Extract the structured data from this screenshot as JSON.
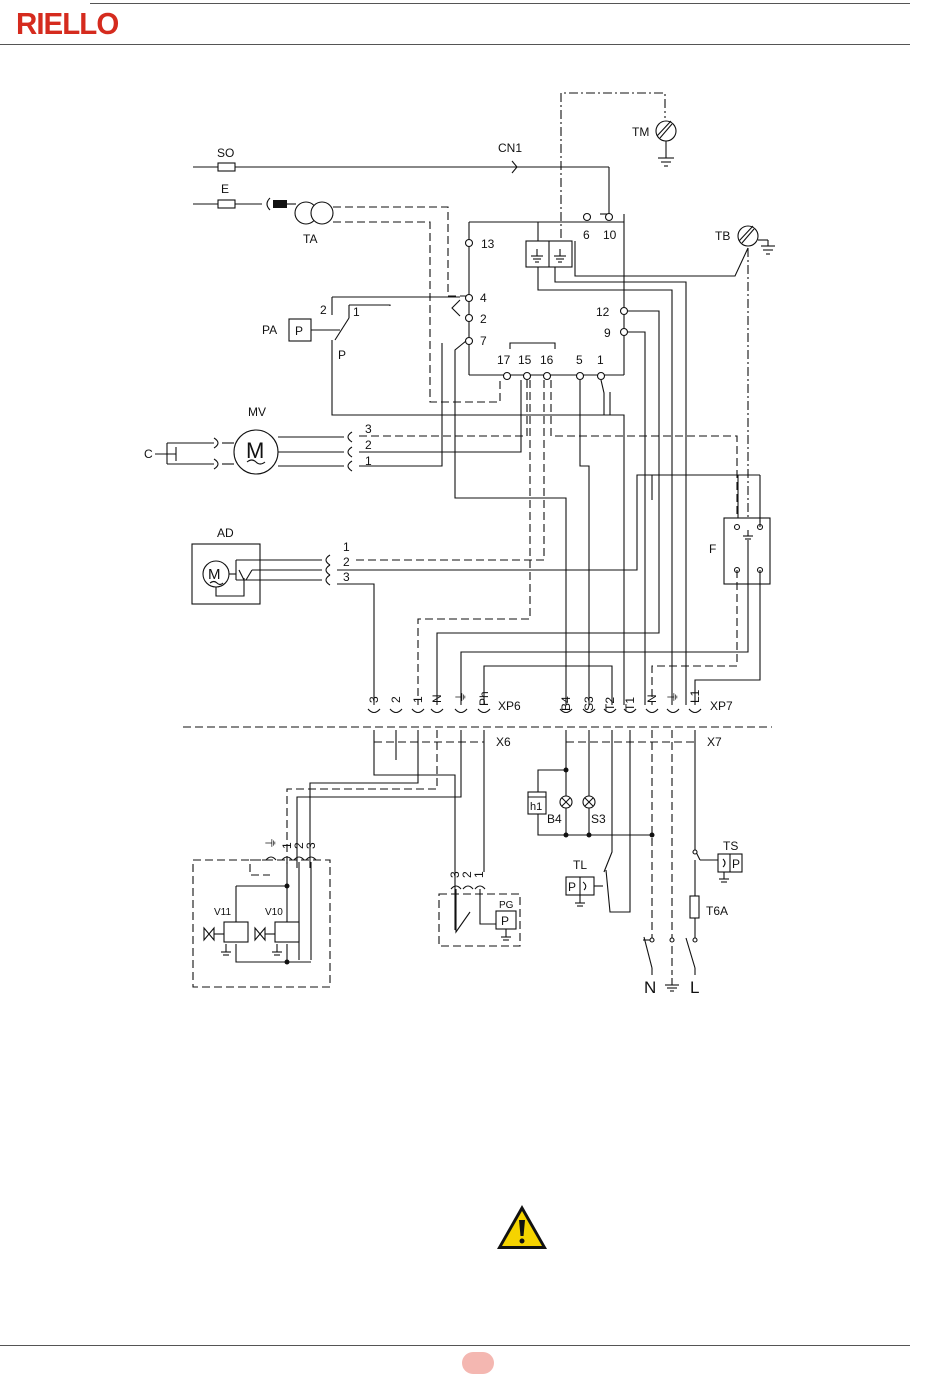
{
  "brand": "RIELLO",
  "labels": {
    "so": "SO",
    "cn1": "CN1",
    "tm": "TM",
    "e": "E",
    "ta": "TA",
    "t13": "13",
    "t6": "6",
    "t10": "10",
    "tb": "TB",
    "pa": "PA",
    "p_box": "P",
    "p_contact": "P",
    "pa_2": "2",
    "pa_1": "1",
    "t4": "4",
    "t2": "2",
    "t7": "7",
    "t12": "12",
    "t9": "9",
    "t17": "17",
    "t15": "15",
    "t16": "16",
    "t5": "5",
    "t1": "1",
    "mv": "MV",
    "c": "C",
    "mv_3": "3",
    "mv_2": "2",
    "mv_1": "1",
    "ad": "AD",
    "ad_1": "1",
    "ad_2": "2",
    "ad_3": "3",
    "f": "F",
    "xp6": "XP6",
    "xp7": "XP7",
    "x6": "X6",
    "x7": "X7",
    "xp6_pins": [
      "3",
      "2",
      "1",
      "N",
      "⏚",
      "Ph"
    ],
    "xp7_pins": [
      "B4",
      "S3",
      "T2",
      "T1",
      "N",
      "⏚",
      "L1"
    ],
    "h1": "h1",
    "b4": "B4",
    "s3": "S3",
    "tl": "TL",
    "ts": "TS",
    "t6a": "T6A",
    "v11": "V11",
    "v10": "V10",
    "valve_pins": [
      "⏚",
      "1",
      "2",
      "3"
    ],
    "pg": "PG",
    "pg_pins": [
      "3",
      "2",
      "1"
    ],
    "n": "N",
    "l": "L"
  },
  "colors": {
    "brand": "#d52b1e",
    "line": "#111111",
    "warning_fill": "#f5d300",
    "page_tab": "#f4b7b1"
  },
  "icons": {
    "warning": "warning-triangle-icon"
  }
}
